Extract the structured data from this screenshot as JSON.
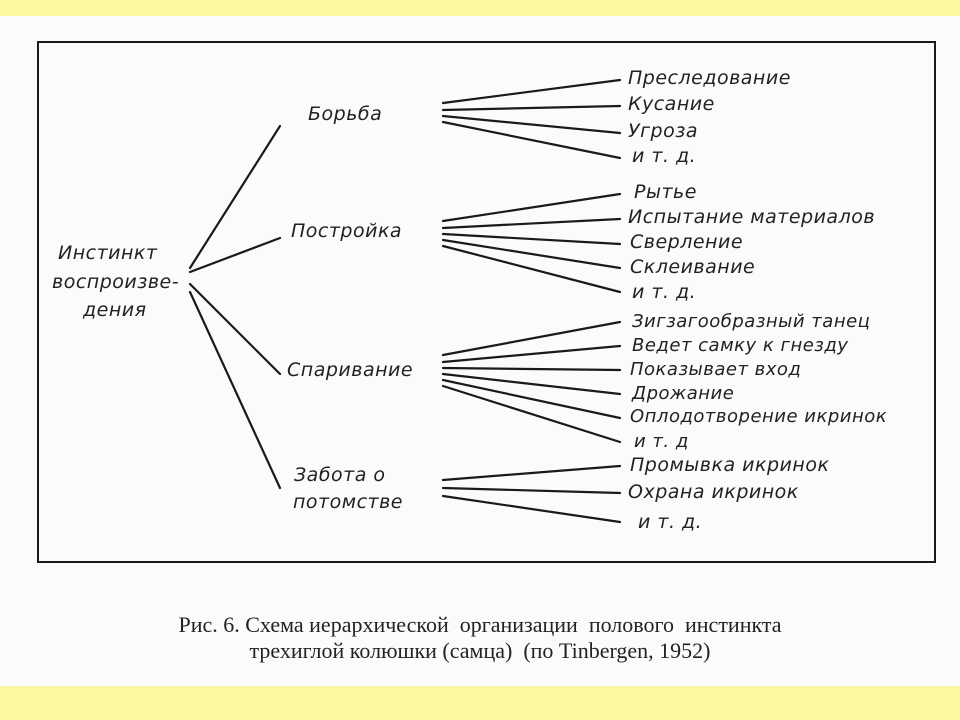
{
  "root": {
    "lines": [
      "Инстинкт",
      "воспроизве-",
      "дения"
    ]
  },
  "branches": [
    {
      "label_lines": [
        "Борьба"
      ],
      "leaves": [
        "Преследование",
        "Кусание",
        "Угроза",
        "и т. д."
      ]
    },
    {
      "label_lines": [
        "Постройка"
      ],
      "leaves": [
        "Рытье",
        "Испытание материалов",
        "Сверление",
        "Склеивание",
        "и т. д."
      ]
    },
    {
      "label_lines": [
        "Спаривание"
      ],
      "leaves": [
        "Зигзагообразный танец",
        "Ведет самку к гнезду",
        "Показывает вход",
        "Дрожание",
        "Оплодотворение икринок",
        "и т. д"
      ]
    },
    {
      "label_lines": [
        "Забота о",
        "потомстве"
      ],
      "leaves": [
        "Промывка икринок",
        "Охрана икринок",
        "и т. д."
      ]
    }
  ],
  "caption": {
    "line1": "Рис. 6. Схема иерархической  организации  полового  инстинкта",
    "line2": "трехиглой колюшки (самца)  (по Tinbergen, 1952)"
  }
}
